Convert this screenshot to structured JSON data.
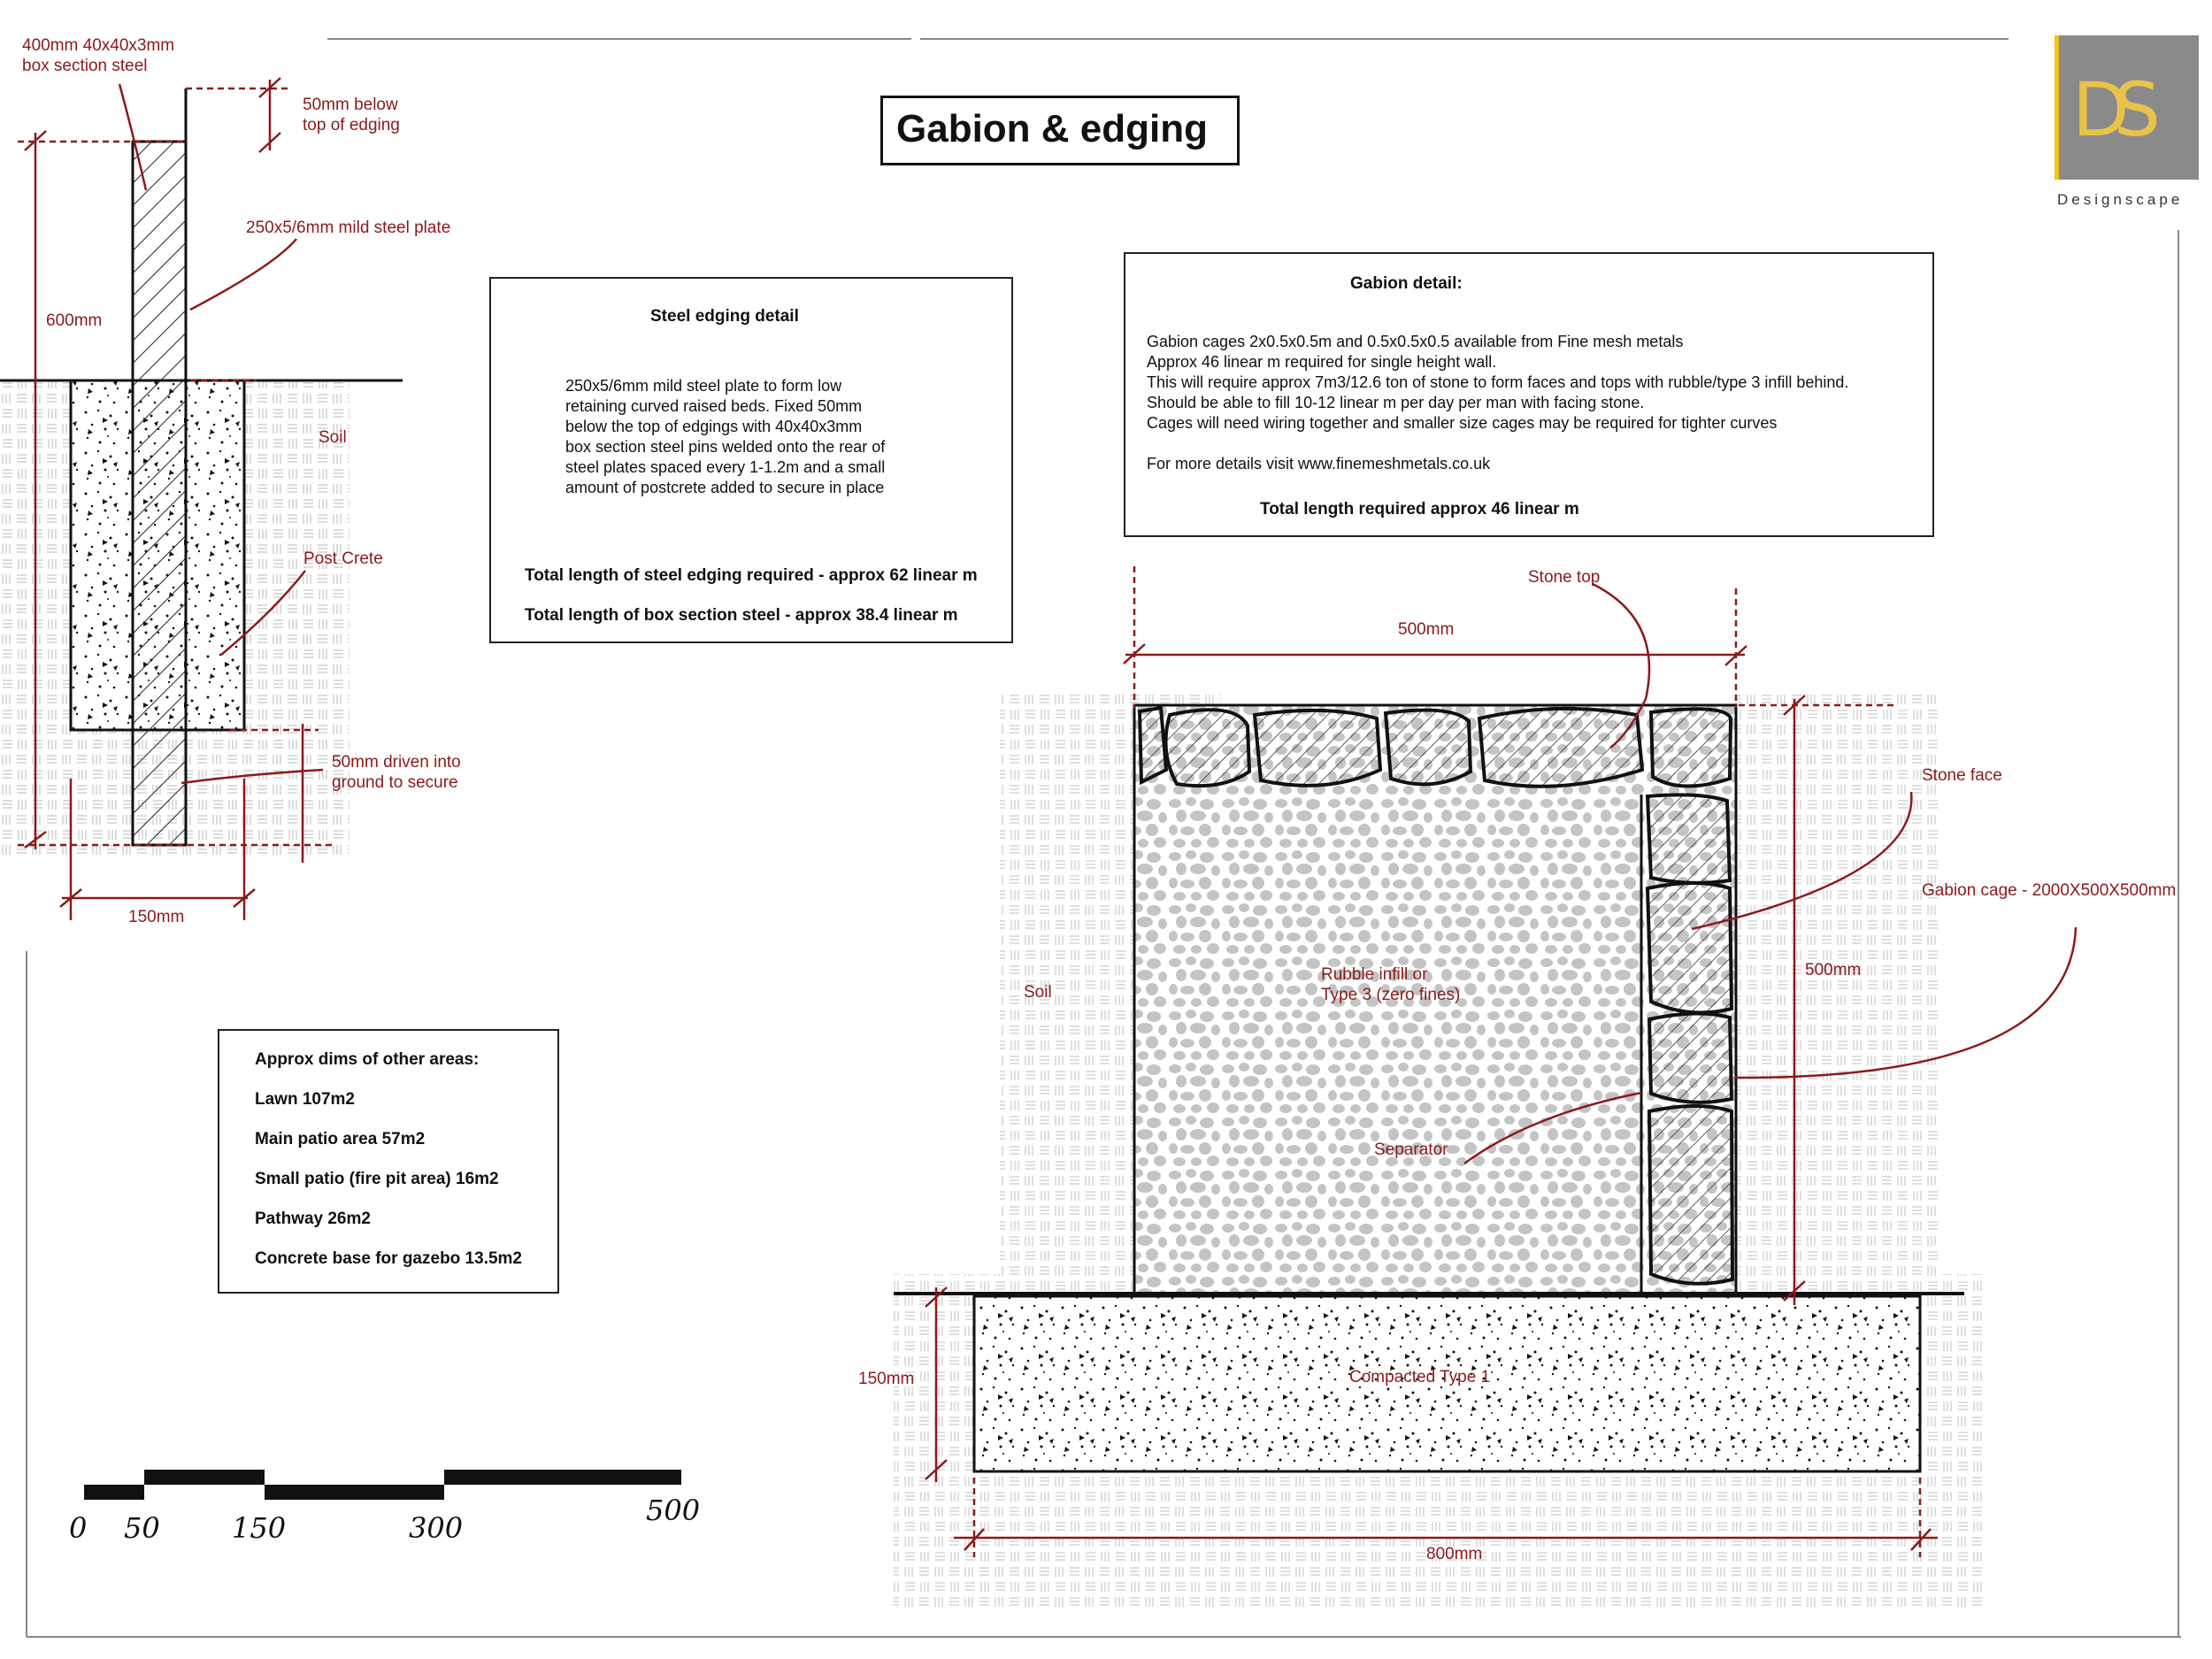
{
  "title": "Gabion & edging",
  "brand": {
    "monogram": "DS",
    "name": "Designscape",
    "logo_bg": "#8a8a8a",
    "logo_accent": "#f0c419"
  },
  "colors": {
    "annotation": "#8b1a1a",
    "line": "#111111"
  },
  "steel_detail": {
    "labels": {
      "box_section": "400mm 40x40x3mm\nbox section steel",
      "below_top": "50mm below\ntop of edging",
      "plate": "250x5/6mm mild steel plate",
      "height": "600mm",
      "soil": "Soil",
      "postcrete": "Post Crete",
      "driven": "50mm driven into\nground to secure",
      "width": "150mm"
    }
  },
  "steel_box": {
    "heading": "Steel edging detail",
    "body": [
      "250x5/6mm mild steel plate to form low",
      "retaining curved raised beds. Fixed 50mm",
      "below the top of edgings with 40x40x3mm",
      "box section steel pins welded onto the rear of",
      "steel plates spaced every 1-1.2m and a small",
      "amount of postcrete added to secure in place"
    ],
    "total1": "Total length of steel edging required - approx 62 linear m",
    "total2": "Total length of box section steel - approx 38.4 linear m"
  },
  "gabion_box": {
    "heading": "Gabion detail:",
    "body": [
      "Gabion cages 2x0.5x0.5m and 0.5x0.5x0.5 available from Fine mesh metals",
      "Approx 46 linear m required for single height wall.",
      "This will require approx 7m3/12.6 ton of stone to form faces and tops with rubble/type 3 infill behind.",
      "Should be able to fill 10-12 linear m per day per man with facing stone.",
      "Cages will need wiring together and smaller size cages may be required for tighter curves"
    ],
    "link": "For more details visit www.finemeshmetals.co.uk",
    "total": "Total length required approx 46 linear m"
  },
  "gabion_section": {
    "labels": {
      "stone_top": "Stone top",
      "width_top": "500mm",
      "stone_face": "Stone face",
      "cage": "Gabion cage - 2000X500X500mm",
      "height": "500mm",
      "soil": "Soil",
      "rubble": "Rubble infill or\nType 3 (zero fines)",
      "separator": "Separator",
      "base_depth": "150mm",
      "compacted": "Compacted Type 1",
      "base_width": "800mm"
    }
  },
  "areas": {
    "heading": "Approx dims of other areas:",
    "items": [
      "Lawn 107m2",
      "Main patio area 57m2",
      "Small patio (fire pit area) 16m2",
      "Pathway 26m2",
      "Concrete base for gazebo 13.5m2"
    ]
  },
  "scale_bar": {
    "ticks": [
      "0",
      "50",
      "150",
      "300",
      "500"
    ]
  }
}
